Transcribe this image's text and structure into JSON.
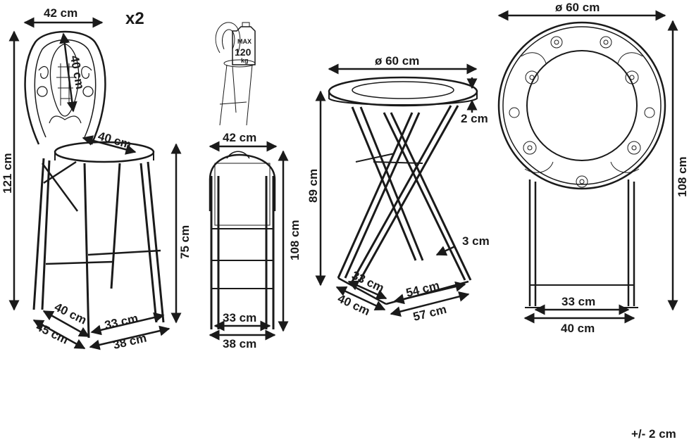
{
  "labels": {
    "chair_width": "42 cm",
    "multiplier": "x2",
    "backrest_height": "40 cm",
    "seat_diameter": "40 cm",
    "chair_total_height": "121 cm",
    "seat_height": "75 cm",
    "chair_base_depth_inner": "40 cm",
    "chair_base_depth_outer": "45 cm",
    "chair_base_width_inner": "33 cm",
    "chair_base_width_outer": "38 cm",
    "max_label": "MAX",
    "max_value": "120",
    "max_unit": "kg",
    "folded_chair_width": "42 cm",
    "folded_chair_height": "108 cm",
    "folded_chair_base_inner": "33 cm",
    "folded_chair_base_outer": "38 cm",
    "table_diameter": "ø 60 cm",
    "table_top_thickness": "2 cm",
    "table_height": "89 cm",
    "table_leg_thickness": "3 cm",
    "table_base_depth_inner": "33 cm",
    "table_base_depth_outer": "40 cm",
    "table_base_width_inner": "54 cm",
    "table_base_width_outer": "57 cm",
    "folded_table_diameter": "ø 60 cm",
    "folded_table_height": "108 cm",
    "folded_table_base_inner": "33 cm",
    "folded_table_base_outer": "40 cm",
    "tolerance": "+/- 2 cm"
  }
}
